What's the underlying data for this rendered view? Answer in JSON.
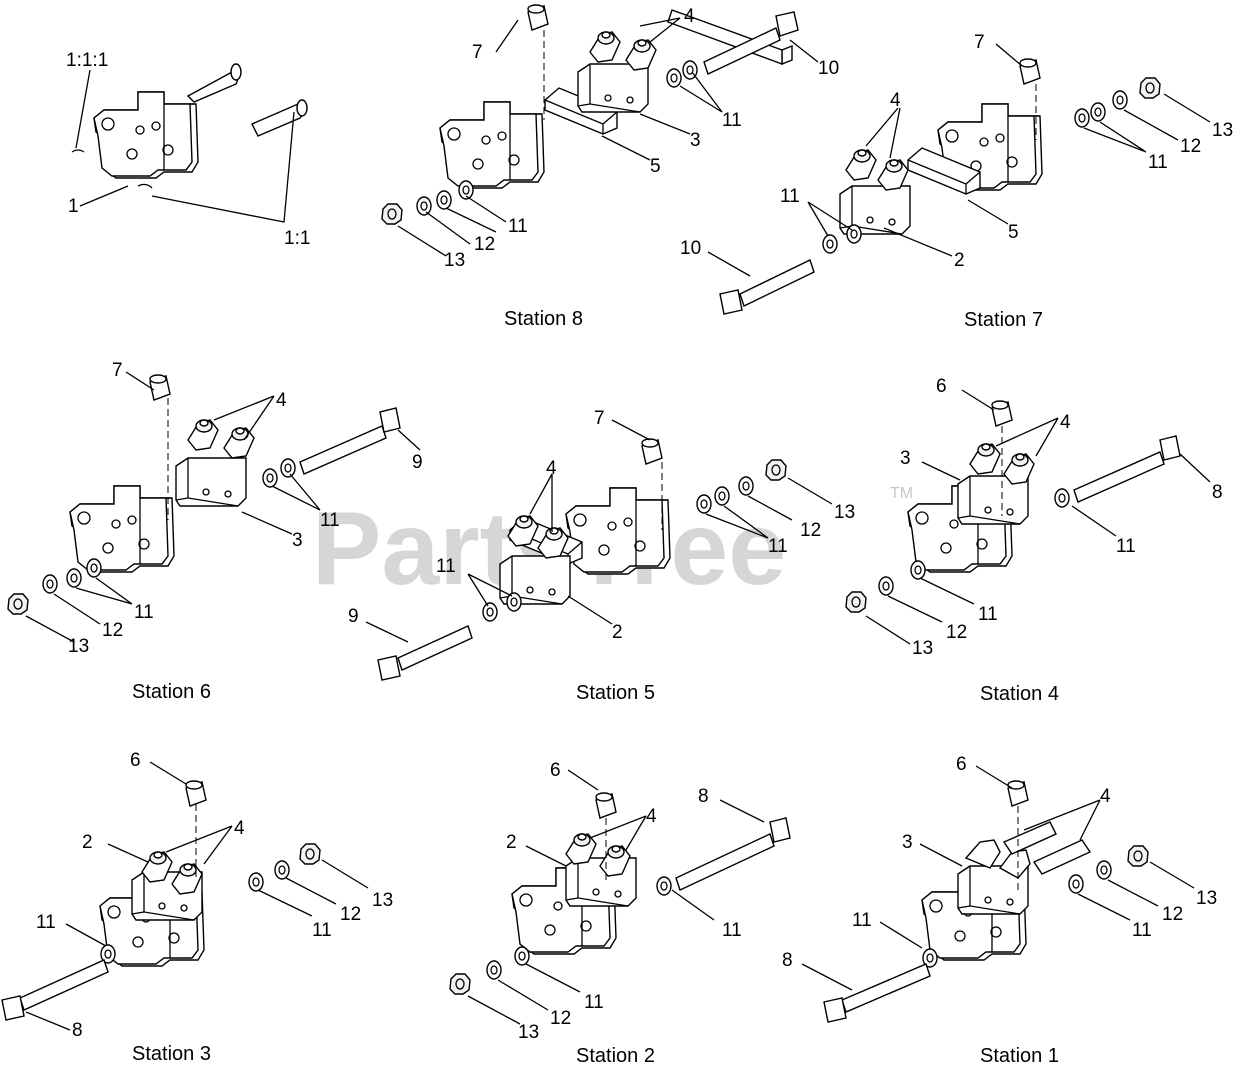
{
  "watermark": {
    "text": "PartsTree",
    "trademark": "TM"
  },
  "captions": {
    "station8": "Station 8",
    "station7": "Station 7",
    "station6": "Station 6",
    "station5": "Station 5",
    "station4": "Station 4",
    "station3": "Station 3",
    "station2": "Station 2",
    "station1": "Station 1"
  },
  "callouts": {
    "ex_111": "1:1:1",
    "ex_1": "1",
    "ex_11": "1:1",
    "s8_7": "7",
    "s8_4": "4",
    "s8_10": "10",
    "s8_11a": "11",
    "s8_3": "3",
    "s8_5": "5",
    "s8_11b": "11",
    "s8_12": "12",
    "s8_13": "13",
    "s7_7": "7",
    "s7_4": "4",
    "s7_13": "13",
    "s7_12": "12",
    "s7_11a": "11",
    "s7_11b": "11",
    "s7_5": "5",
    "s7_10": "10",
    "s7_2": "2",
    "s6_7": "7",
    "s6_4": "4",
    "s6_9": "9",
    "s6_11a": "11",
    "s6_3": "3",
    "s6_11b": "11",
    "s6_12": "12",
    "s6_13": "13",
    "s5_7": "7",
    "s5_4": "4",
    "s5_13": "13",
    "s5_12": "12",
    "s5_11a": "11",
    "s5_11b": "11",
    "s5_9": "9",
    "s5_2": "2",
    "s4_6": "6",
    "s4_4": "4",
    "s4_3": "3",
    "s4_8": "8",
    "s4_11a": "11",
    "s4_11b": "11",
    "s4_12": "12",
    "s4_13": "13",
    "s3_6": "6",
    "s3_4": "4",
    "s3_2": "2",
    "s3_13": "13",
    "s3_12": "12",
    "s3_11a": "11",
    "s3_11b": "11",
    "s3_8": "8",
    "s2_6": "6",
    "s2_4": "4",
    "s2_8": "8",
    "s2_2": "2",
    "s2_11a": "11",
    "s2_11b": "11",
    "s2_12": "12",
    "s2_13": "13",
    "s1_6": "6",
    "s1_4": "4",
    "s1_3": "3",
    "s1_13": "13",
    "s1_12": "12",
    "s1_11a": "11",
    "s1_11b": "11",
    "s1_8": "8"
  }
}
